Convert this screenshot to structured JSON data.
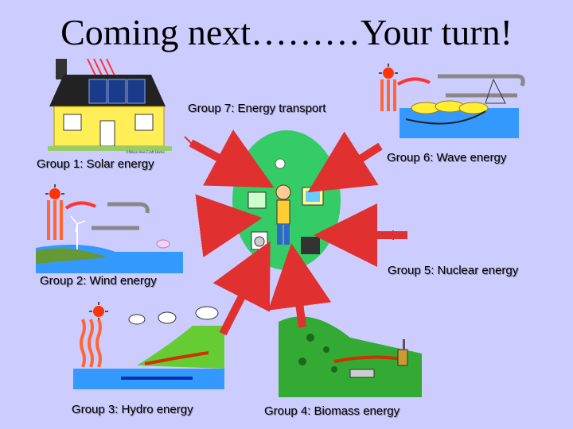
{
  "slide": {
    "title": "Coming next………Your turn!",
    "groups": [
      {
        "id": "solar",
        "label": "Group 1: Solar energy"
      },
      {
        "id": "wind",
        "label": "Group 2: Wind energy"
      },
      {
        "id": "hydro",
        "label": "Group 3: Hydro energy"
      },
      {
        "id": "biomass",
        "label": "Group 4: Biomass energy"
      },
      {
        "id": "nuclear",
        "label": "Group 5: Nuclear energy"
      },
      {
        "id": "wave",
        "label": "Group 6: Wave energy"
      },
      {
        "id": "transport",
        "label": "Group 7: Energy transport"
      }
    ],
    "house_credit": "©Nikon Hee-Craft Home"
  },
  "colors": {
    "background": "#ccccff",
    "arrow_red": "#e03030",
    "center_oval": "#33cc66",
    "sea": "#3399ff",
    "grass": "#33aa33"
  },
  "icons": [
    "house-solar-icon",
    "sun-icon",
    "wind-turbine-icon",
    "waterfall-icon",
    "cloud-icon",
    "factory-icon",
    "wave-machine-icon",
    "lightbulb-icon",
    "computer-icon",
    "tv-icon",
    "washing-machine-icon",
    "person-icon"
  ]
}
